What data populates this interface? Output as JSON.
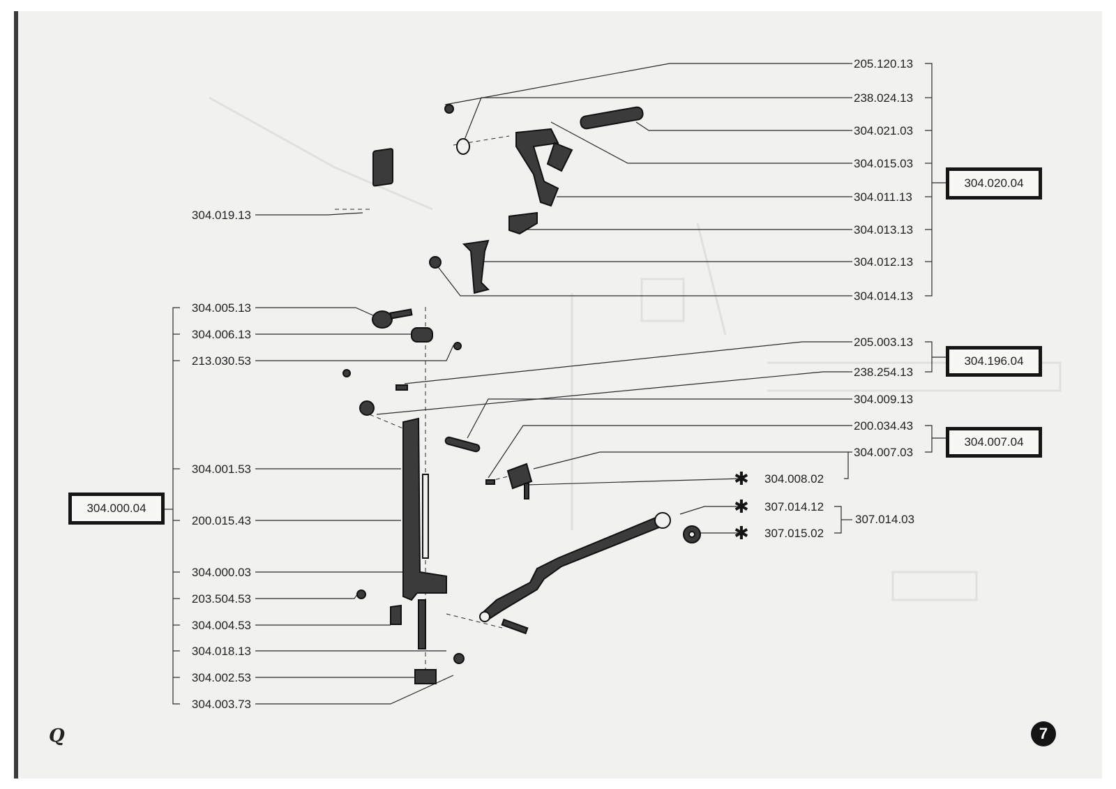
{
  "page_number": "7",
  "logo_mark": "Q",
  "boxes": {
    "assembly_main": "304.000.04",
    "assembly_upper": "304.020.04",
    "assembly_screws": "304.196.04",
    "assembly_clamp": "304.007.04"
  },
  "left_labels": [
    "304.019.13",
    "304.005.13",
    "304.006.13",
    "213.030.53",
    "304.001.53",
    "200.015.43",
    "304.000.03",
    "203.504.53",
    "304.004.53",
    "304.018.13",
    "304.002.53",
    "304.003.73"
  ],
  "right_labels": [
    "205.120.13",
    "238.024.13",
    "304.021.03",
    "304.015.03",
    "304.011.13",
    "304.013.13",
    "304.012.13",
    "304.014.13",
    "205.003.13",
    "238.254.13",
    "304.009.13",
    "200.034.43",
    "304.007.03"
  ],
  "star_labels": [
    "304.008.02",
    "307.014.12",
    "307.015.02"
  ],
  "group_label": "307.014.03"
}
